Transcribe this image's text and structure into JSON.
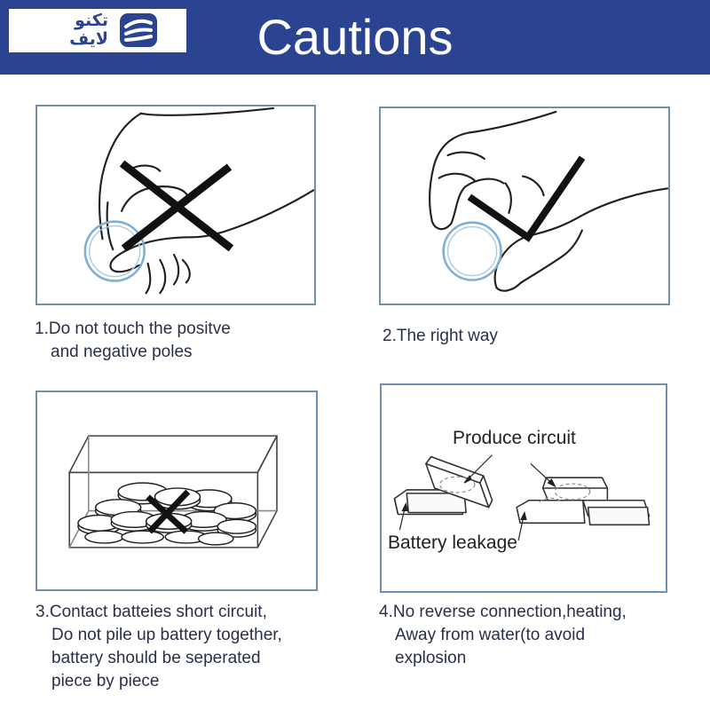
{
  "header": {
    "title": "Cautions",
    "logo": {
      "line1": "تكنو",
      "line2": "لايف",
      "accent": "#2b4491"
    },
    "background": "#2b4491"
  },
  "panels": [
    {
      "caption": [
        "1.Do not touch the positve",
        "and negative poles"
      ],
      "mark": "cross-icon"
    },
    {
      "caption": [
        "2.The right way"
      ],
      "mark": "check-icon"
    },
    {
      "caption": [
        "3.Contact batteies short circuit,",
        "Do not pile up battery together,",
        "battery should be seperated",
        "piece by piece"
      ],
      "mark": "cross-icon"
    },
    {
      "caption": [
        "4.No reverse connection,heating,",
        "Away from water(to avoid",
        "explosion"
      ],
      "labels": {
        "top": "Produce circuit",
        "bottom": "Battery leakage"
      }
    }
  ],
  "colors": {
    "panel_border": "#6f8fb3",
    "battery_ring": "#7fb0d4",
    "text": "#2a2f4a"
  }
}
